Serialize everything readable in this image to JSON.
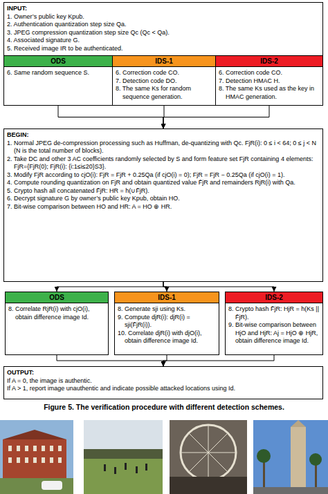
{
  "diagram": {
    "caption": "Figure 5. The verification procedure with different detection schemes.",
    "nodes": [
      {
        "text": [
          "INPUT:",
          "1. Owner’s public key Kpub.",
          "2. Authentication quantization step size Qa.",
          "3. JPEG compression quantization step size Qc (Qc < Qa).",
          "4. Associated signature G.",
          "5. Received image IR to be authenticated."
        ]
      },
      {
        "text": [
          "ODS",
          "6. Same random sequence S."
        ],
        "in": 0
      },
      {
        "text": [
          "IDS-1",
          "6. Correction code CO.",
          "7. Detection code DO.",
          "8. The same Ks for random sequence generation."
        ],
        "in": 0
      },
      {
        "text": [
          "IDS-2",
          "6. Correction code CO.",
          "7. Detection HMAC H.",
          "8. The same Ks used as the key in HMAC generation."
        ],
        "in": 0
      },
      {
        "text": [
          "BEGIN:",
          "1. Normal JPEG de-compression processing such as Huffman, de-quantizing with Qc. FjR(i): 0 ≤ i < 64; 0 ≤ j < N (N is the total number of blocks).",
          "2. Take DC and other 3 AC coefficients randomly selected by S and form feature set FjR containing 4 elements: FjR={FjR(0); FjR(i): {i:1≤i≤20}S3}.",
          "3. Modify FjR according to cjO(i): FjR = FjR + 0.25Qa (if cjO(i) = 0); FjR = FjR − 0.25Qa (if cjO(i) = 1).",
          "4. Compute rounding quantization on FjR and obtain quantized value F̄jR and remainders RjR(i) with Qa.",
          "5. Crypto hash all concatenated F̄jR: HR = h(∪F̄jR).",
          "6. Decrypt signature G by owner’s public key Kpub, obtain HO.",
          "7. Bit-wise comparison between HO and HR: A = HO ⊕ HR."
        ]
      },
      {
        "text": [
          "ODS",
          "8. Correlate RjR(i) with cjO(i), obtain difference image Id."
        ]
      },
      {
        "text": [
          "IDS-1",
          "8. Generate sji using Ks.",
          "9. Compute djR(i): djR(i) = sji(F̄jR(i)).",
          "10. Correlate djR(i) with djO(i), obtain difference image Id."
        ]
      },
      {
        "text": [
          "IDS-2",
          "8. Crypto hash F̄jR: HjR = h(Ks || F̄jR).",
          "9. Bit-wise comparison between HjO and HjR: Aj = HjO ⊕ HjR, obtain difference image Id."
        ]
      },
      {
        "text": [
          "OUTPUT:",
          "If A = 0, the image is authentic.",
          "If A > 1, report image unauthentic and indicate possible attacked locations using Id."
        ]
      }
    ],
    "edges": [
      {
        "from": 1,
        "to": 4,
        "arrow": "to"
      },
      {
        "from": 2,
        "to": 4,
        "arrow": "to"
      },
      {
        "from": 3,
        "to": 4,
        "arrow": "to"
      },
      {
        "from": 4,
        "to": 5,
        "arrow": "to"
      },
      {
        "from": 4,
        "to": 6,
        "arrow": "to"
      },
      {
        "from": 4,
        "to": 7,
        "arrow": "to"
      },
      {
        "from": 5,
        "to": 8,
        "arrow": "to"
      },
      {
        "from": 6,
        "to": 8,
        "arrow": "to"
      },
      {
        "from": 7,
        "to": 8,
        "arrow": "to"
      }
    ]
  }
}
